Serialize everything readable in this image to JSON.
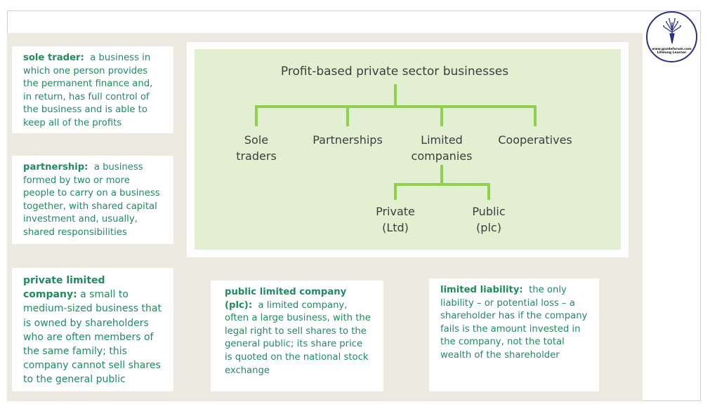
{
  "logo": {
    "url_text": "www.gozdeforum.com",
    "tagline": "Lifelong Learner",
    "color": "#2c2f86"
  },
  "definitions": {
    "sole_trader": {
      "term": "sole trader:",
      "text": "a business in which one person provides the permanent finance and, in return, has full control of the business and is able to keep all of the profits"
    },
    "partnership": {
      "term": "partnership:",
      "text": "a business formed by two or more people to carry on a business together, with shared capital investment and, usually, shared responsibilities"
    },
    "private_limited": {
      "term": "private limited company:",
      "text": "a small to medium-sized business that is owned by shareholders who are often members of the same family; this company cannot sell shares to the general public"
    },
    "public_limited": {
      "term": "public limited company (plc):",
      "text": "a limited company, often a large business, with the legal right to sell shares to the general public; its share price is quoted on the national stock exchange"
    },
    "limited_liability": {
      "term": "limited liability:",
      "text": "the only liability – or potential loss – a shareholder has if the company fails is the amount invested in the company, not the total wealth of the shareholder"
    }
  },
  "diagram": {
    "title": "Profit-based private sector businesses",
    "level1": [
      "Sole traders",
      "Partnerships",
      "Limited companies",
      "Cooperatives"
    ],
    "level2": [
      "Private (Ltd)",
      "Public (plc)"
    ],
    "colors": {
      "line": "#8fd14f",
      "background": "#e2efd0",
      "text_green": "#1f8c5e"
    }
  }
}
